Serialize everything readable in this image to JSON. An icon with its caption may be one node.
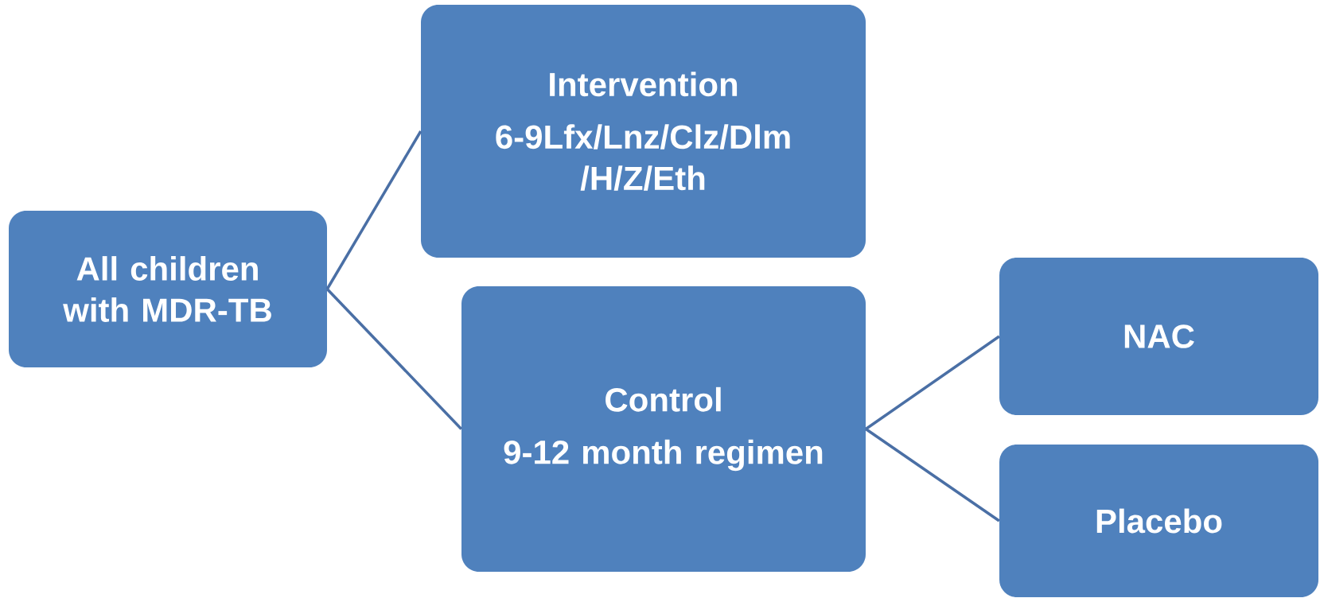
{
  "diagram": {
    "nodes": [
      {
        "text": [
          "All children with MDR-TB"
        ]
      },
      {
        "text": [
          "Intervention",
          "6-9Lfx/Lnz/Clz/Dlm /H/Z/Eth"
        ]
      },
      {
        "text": [
          "Control",
          "9-12 month regimen"
        ]
      },
      {
        "text": [
          "NAC"
        ]
      },
      {
        "text": [
          "Placebo"
        ]
      }
    ],
    "edges": [
      {
        "from": 0,
        "to": 1,
        "arrow": "none"
      },
      {
        "from": 0,
        "to": 2,
        "arrow": "none"
      },
      {
        "from": 2,
        "to": 3,
        "arrow": "none"
      },
      {
        "from": 2,
        "to": 4,
        "arrow": "none"
      }
    ]
  }
}
